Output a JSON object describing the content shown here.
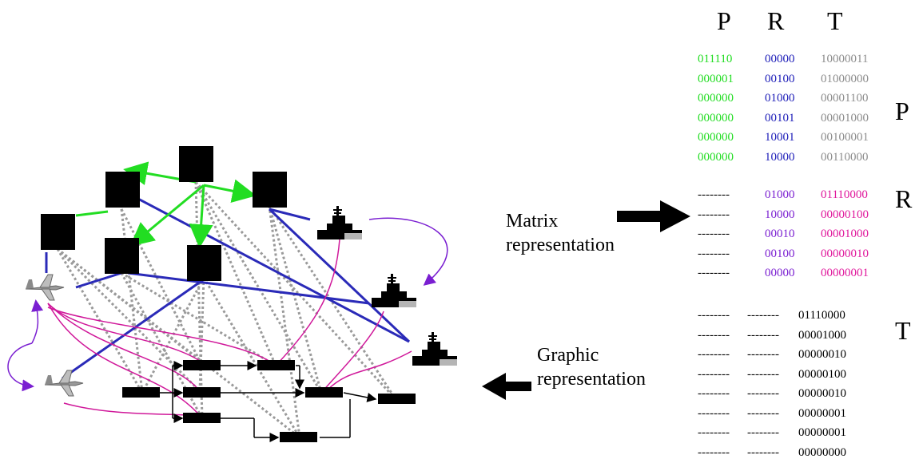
{
  "matrix": {
    "headers": [
      "P",
      "R",
      "T"
    ],
    "row_labels": [
      "P",
      "R",
      "T"
    ],
    "colors": {
      "green": "#22dd22",
      "blue": "#1c1cb8",
      "gray": "#8c8c8c",
      "purple": "#7a1fd1",
      "magenta": "#e0179c",
      "black": "#000000"
    },
    "P_rows": [
      [
        "011110",
        "00000",
        "10000011"
      ],
      [
        "000001",
        "00100",
        "01000000"
      ],
      [
        "000000",
        "01000",
        "00001100"
      ],
      [
        "000000",
        "00101",
        "00001000"
      ],
      [
        "000000",
        "10001",
        "00100001"
      ],
      [
        "000000",
        "10000",
        "00110000"
      ]
    ],
    "R_rows": [
      [
        "--------",
        "01000",
        "01110000"
      ],
      [
        "--------",
        "10000",
        "00000100"
      ],
      [
        "--------",
        "00010",
        "00001000"
      ],
      [
        "--------",
        "00100",
        "00000010"
      ],
      [
        "--------",
        "00000",
        "00000001"
      ]
    ],
    "T_rows": [
      [
        "--------",
        "--------",
        "01110000"
      ],
      [
        "--------",
        "--------",
        "00001000"
      ],
      [
        "--------",
        "--------",
        "00000010"
      ],
      [
        "--------",
        "--------",
        "00000100"
      ],
      [
        "--------",
        "--------",
        "00000010"
      ],
      [
        "--------",
        "--------",
        "00000001"
      ],
      [
        "--------",
        "--------",
        "00000001"
      ],
      [
        "--------",
        "--------",
        "00000000"
      ]
    ]
  },
  "labels": {
    "matrix_rep": [
      "Matrix",
      "representation"
    ],
    "graphic_rep": [
      "Graphic",
      "representation"
    ]
  },
  "graph": {
    "icons": [
      "black-square-node",
      "battleship-icon",
      "fighter-jet-icon",
      "task-block"
    ]
  }
}
